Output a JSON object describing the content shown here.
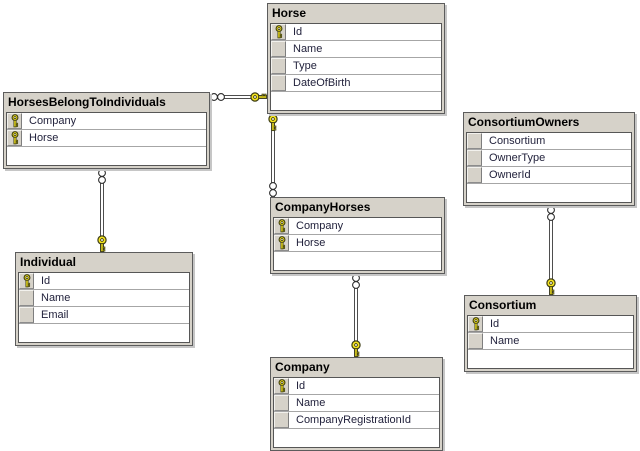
{
  "tables": [
    {
      "name": "Horse",
      "columns": [
        {
          "label": "Id",
          "is_key": true
        },
        {
          "label": "Name",
          "is_key": false
        },
        {
          "label": "Type",
          "is_key": false
        },
        {
          "label": "DateOfBirth",
          "is_key": false
        }
      ]
    },
    {
      "name": "HorsesBelongToIndividuals",
      "columns": [
        {
          "label": "Company",
          "is_key": true
        },
        {
          "label": "Horse",
          "is_key": true
        }
      ]
    },
    {
      "name": "ConsortiumOwners",
      "columns": [
        {
          "label": "Consortium",
          "is_key": false
        },
        {
          "label": "OwnerType",
          "is_key": false
        },
        {
          "label": "OwnerId",
          "is_key": false
        }
      ]
    },
    {
      "name": "CompanyHorses",
      "columns": [
        {
          "label": "Company",
          "is_key": true
        },
        {
          "label": "Horse",
          "is_key": true
        }
      ]
    },
    {
      "name": "Individual",
      "columns": [
        {
          "label": "Id",
          "is_key": true
        },
        {
          "label": "Name",
          "is_key": false
        },
        {
          "label": "Email",
          "is_key": false
        }
      ]
    },
    {
      "name": "Consortium",
      "columns": [
        {
          "label": "Id",
          "is_key": true
        },
        {
          "label": "Name",
          "is_key": false
        }
      ]
    },
    {
      "name": "Company",
      "columns": [
        {
          "label": "Id",
          "is_key": true
        },
        {
          "label": "Name",
          "is_key": false
        },
        {
          "label": "CompanyRegistrationId",
          "is_key": false
        }
      ]
    }
  ],
  "relationships": [
    {
      "from": "HorsesBelongToIndividuals",
      "from_end": "many",
      "to": "Horse",
      "to_end": "one"
    },
    {
      "from": "CompanyHorses",
      "from_end": "many",
      "to": "Horse",
      "to_end": "one"
    },
    {
      "from": "HorsesBelongToIndividuals",
      "from_end": "many",
      "to": "Individual",
      "to_end": "one"
    },
    {
      "from": "CompanyHorses",
      "from_end": "many",
      "to": "Company",
      "to_end": "one"
    },
    {
      "from": "ConsortiumOwners",
      "from_end": "many",
      "to": "Consortium",
      "to_end": "one"
    }
  ],
  "icons": {
    "primary_key": "key-icon",
    "one_end": "key-icon",
    "many_end": "chain-circles-icon"
  },
  "colors": {
    "canvas": "#ffffff",
    "table_chrome": "#d6d2c9",
    "table_border": "#5c5c5c",
    "grid_line": "#a6a6a6",
    "title_text": "#000000",
    "row_text": "#22223c",
    "key_yellow": "#f5e41f",
    "line_color": "#4e4e4e"
  }
}
